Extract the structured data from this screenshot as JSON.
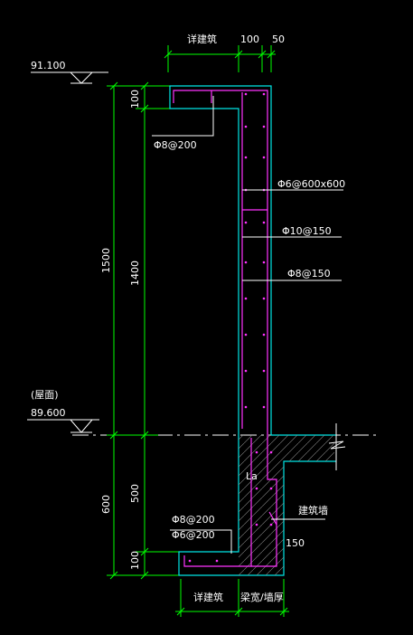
{
  "elevations": {
    "top_value": "91.100",
    "roof_label": "(屋面)",
    "roof_value": "89.600"
  },
  "top_dims": {
    "detail_label": "详建筑",
    "d100": "100",
    "d50": "50"
  },
  "vertical_dims": {
    "total_upper": "1500",
    "upper_100": "100",
    "upper_1400": "1400",
    "total_lower": "600",
    "lower_500": "500",
    "lower_100": "100"
  },
  "rebar_labels": {
    "top_bar": "Φ8@200",
    "tie_bar": "Φ6@600x600",
    "vert_bar": "Φ10@150",
    "horiz_bar": "Φ8@150",
    "bottom_bar1": "Φ8@200",
    "bottom_bar2": "Φ6@200"
  },
  "other_labels": {
    "la": "La",
    "slab_label": "建筑墙",
    "dim_150": "150"
  },
  "bottom_dims": {
    "left_label": "详建筑",
    "right_label": "梁宽/墙厚"
  }
}
